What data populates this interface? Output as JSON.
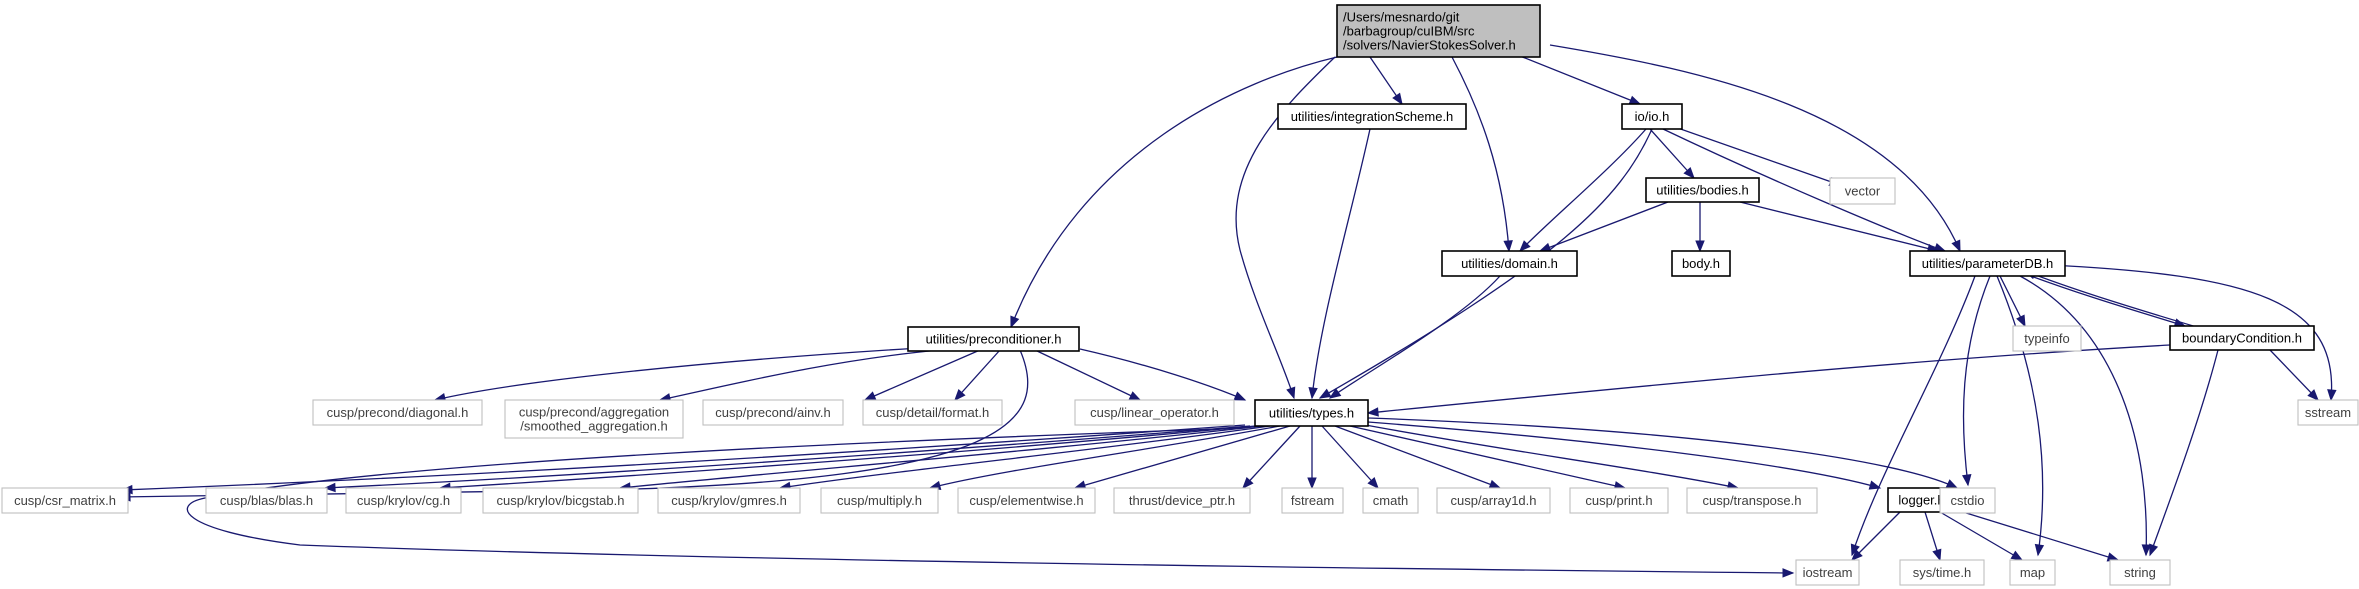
{
  "colors": {
    "edge": "#191970",
    "root_fill": "#bfbfbf",
    "box_border": "#000000",
    "system_border": "#bfbfbf"
  },
  "nodes": [
    {
      "id": "root",
      "kind": "root",
      "lines": [
        "/Users/mesnardo/git",
        "/barbagroup/cuIBM/src",
        "/solvers/NavierStokesSolver.h"
      ]
    },
    {
      "id": "integration",
      "kind": "inc",
      "lines": [
        "utilities/integrationScheme.h"
      ]
    },
    {
      "id": "ioh",
      "kind": "inc",
      "lines": [
        "io/io.h"
      ]
    },
    {
      "id": "vector",
      "kind": "sys",
      "lines": [
        "vector"
      ]
    },
    {
      "id": "bodies",
      "kind": "inc",
      "lines": [
        "utilities/bodies.h"
      ]
    },
    {
      "id": "body",
      "kind": "inc",
      "lines": [
        "body.h"
      ]
    },
    {
      "id": "domain",
      "kind": "inc",
      "lines": [
        "utilities/domain.h"
      ]
    },
    {
      "id": "paramdb",
      "kind": "inc",
      "lines": [
        "utilities/parameterDB.h"
      ]
    },
    {
      "id": "precond",
      "kind": "inc",
      "lines": [
        "utilities/preconditioner.h"
      ]
    },
    {
      "id": "typeinfo",
      "kind": "sys",
      "lines": [
        "typeinfo"
      ]
    },
    {
      "id": "boundary",
      "kind": "inc",
      "lines": [
        "boundaryCondition.h"
      ]
    },
    {
      "id": "sstream",
      "kind": "sys",
      "lines": [
        "sstream"
      ]
    },
    {
      "id": "diag",
      "kind": "sys",
      "lines": [
        "cusp/precond/diagonal.h"
      ]
    },
    {
      "id": "smoothed",
      "kind": "sys",
      "lines": [
        "cusp/precond/aggregation",
        "/smoothed_aggregation.h"
      ]
    },
    {
      "id": "ainv",
      "kind": "sys",
      "lines": [
        "cusp/precond/ainv.h"
      ]
    },
    {
      "id": "format",
      "kind": "sys",
      "lines": [
        "cusp/detail/format.h"
      ]
    },
    {
      "id": "linop",
      "kind": "sys",
      "lines": [
        "cusp/linear_operator.h"
      ]
    },
    {
      "id": "types",
      "kind": "inc",
      "lines": [
        "utilities/types.h"
      ]
    },
    {
      "id": "csr",
      "kind": "sys",
      "lines": [
        "cusp/csr_matrix.h"
      ]
    },
    {
      "id": "blas",
      "kind": "sys",
      "lines": [
        "cusp/blas/blas.h"
      ]
    },
    {
      "id": "cg",
      "kind": "sys",
      "lines": [
        "cusp/krylov/cg.h"
      ]
    },
    {
      "id": "bicg",
      "kind": "sys",
      "lines": [
        "cusp/krylov/bicgstab.h"
      ]
    },
    {
      "id": "gmres",
      "kind": "sys",
      "lines": [
        "cusp/krylov/gmres.h"
      ]
    },
    {
      "id": "multiply",
      "kind": "sys",
      "lines": [
        "cusp/multiply.h"
      ]
    },
    {
      "id": "elementwise",
      "kind": "sys",
      "lines": [
        "cusp/elementwise.h"
      ]
    },
    {
      "id": "devptr",
      "kind": "sys",
      "lines": [
        "thrust/device_ptr.h"
      ]
    },
    {
      "id": "fstream",
      "kind": "sys",
      "lines": [
        "fstream"
      ]
    },
    {
      "id": "cmath",
      "kind": "sys",
      "lines": [
        "cmath"
      ]
    },
    {
      "id": "array1d",
      "kind": "sys",
      "lines": [
        "cusp/array1d.h"
      ]
    },
    {
      "id": "print",
      "kind": "sys",
      "lines": [
        "cusp/print.h"
      ]
    },
    {
      "id": "transpose",
      "kind": "sys",
      "lines": [
        "cusp/transpose.h"
      ]
    },
    {
      "id": "logger",
      "kind": "inc",
      "lines": [
        "logger.h"
      ]
    },
    {
      "id": "cstdio",
      "kind": "sys",
      "lines": [
        "cstdio"
      ]
    },
    {
      "id": "iostream",
      "kind": "sys",
      "lines": [
        "iostream"
      ]
    },
    {
      "id": "systime",
      "kind": "sys",
      "lines": [
        "sys/time.h"
      ]
    },
    {
      "id": "map",
      "kind": "sys",
      "lines": [
        "map"
      ]
    },
    {
      "id": "string",
      "kind": "sys",
      "lines": [
        "string"
      ]
    }
  ]
}
